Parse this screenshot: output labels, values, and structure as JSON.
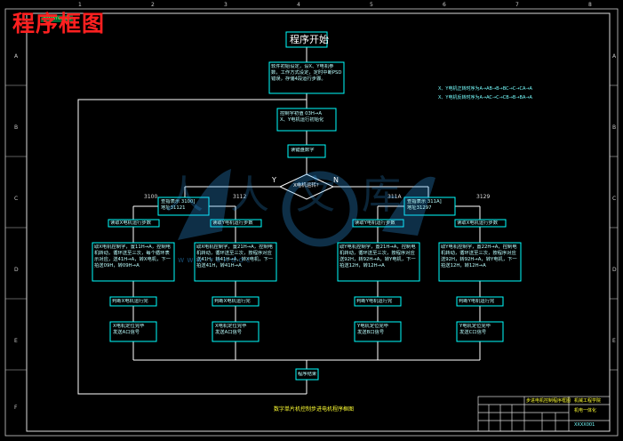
{
  "header": {
    "tag": "wwwrenda",
    "title": "程序框图"
  },
  "ruler": {
    "top": [
      "1",
      "2",
      "3",
      "4",
      "5",
      "6",
      "7",
      "8"
    ],
    "side": [
      "A",
      "B",
      "C",
      "D",
      "E",
      "F"
    ]
  },
  "flow": {
    "start": "程序开始",
    "init": "软件初始设定，设X、Y电机参数，工作方式设定，定时中断PSD错误，存储4段运行步骤。",
    "legend1": "X、Y电机正转时序为A→AB→B→BC→C→CA→A",
    "legend2": "X、Y电机反转时序为A→AC→C→CB→B→BA→A",
    "ctrl_word": "控制字初值 03H→A\nX、Y电机运行初始化",
    "read_input": "读键盘数字",
    "decision": "X电机运转?",
    "yes": "Y",
    "no": "N",
    "addr": [
      "3100",
      "3112",
      "311A",
      "3129"
    ],
    "sub1": "查指表示 3100]\n地址31121",
    "sub2": "查指表示 311A]\n地址31297",
    "read_sub": [
      "读取X电机运行步数",
      "读取Y电机运行步数",
      "读取Y电机运行步数",
      "读取X电机运行步数"
    ],
    "proc": [
      "取X电机控制字，置11H→A，控制电机转动，循环送至三次，每个循环表示对应，送41H→A，转X电机，下一拍送09H，转09H→A",
      "取X电机控制字，置21H→A，控制电机转动，循环送至三次，按程序对应送41H，转41H→A，转X电机，下一拍送41H，转41H→A",
      "取Y电机控制字，置21H→A，控制电机转动，循环送至三次，按程序对应送92H，转92H→A，转Y电机，下一拍送12H，转12H→A",
      "取Y电机控制字，置22H→A，控制电机转动，循环送至三次，按程序对应送92H，转92H→A，转Y电机，下一拍送12H，转12H→A"
    ],
    "check": [
      "判断X电机运行完",
      "判断X电机运行完",
      "判断Y电机运行完",
      "判断Y电机运行完"
    ],
    "result": [
      "X电机定位完毕\n发送A口信号",
      "X电机定位完毕\n发送A口信号",
      "Y电机定位完毕\n发送B口信号",
      "Y电机定位完毕\n发送C口信号"
    ],
    "end": "程序结束",
    "caption": "数字单片机控制步进电机程序框图"
  },
  "titleblock": {
    "name": "步进电机控制程序框图",
    "school": "机械工程学院",
    "dept": "机电一体化",
    "drawing_no": "XXXX001"
  },
  "watermark": {
    "text": "人人文库",
    "sub": "w w w . r e n d o c"
  },
  "colors": {
    "line": "#ffffff",
    "box": "#00ffff",
    "title": "#ff2020",
    "caption": "#ffff33"
  }
}
